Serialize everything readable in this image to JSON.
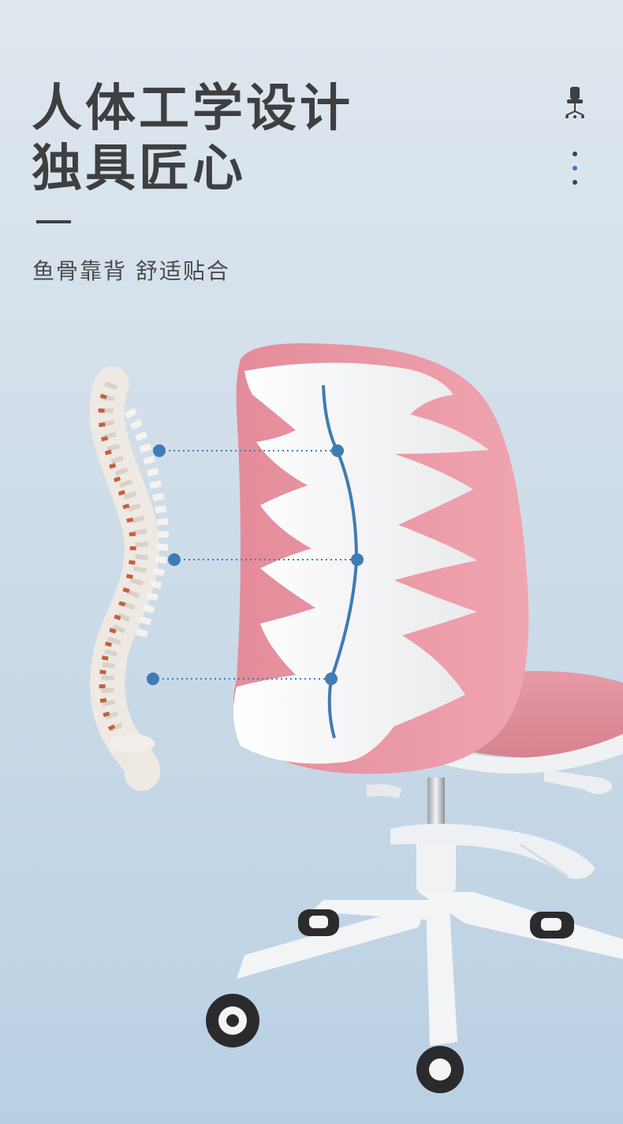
{
  "headline": {
    "line1": "人体工学设计",
    "line2": "独具匠心"
  },
  "subtitle": "鱼骨靠背  舒适贴合",
  "colors": {
    "text": "#3e3f41",
    "chair_pink": "#e99aa6",
    "chair_white": "#f4f4f6",
    "accent_blue": "#3f7bb5",
    "spine_orange": "#c6603a"
  },
  "icons": {
    "side": "chair-icon",
    "pager": "pagination-dots"
  },
  "pager": {
    "total": 3,
    "active_index": 1
  }
}
